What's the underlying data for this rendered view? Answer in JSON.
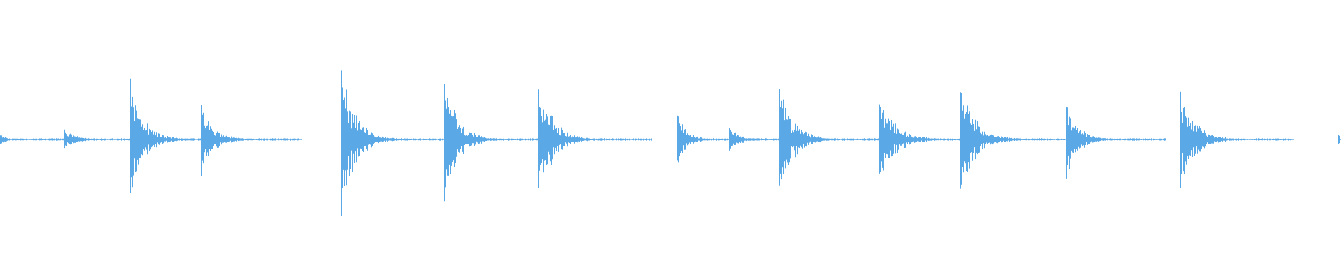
{
  "waveform": {
    "color": "#5aa9e6",
    "background": "#ffffff",
    "transients": [
      {
        "time": 0.0,
        "peak": 0.06,
        "decay": 0.2
      },
      {
        "time": 0.048,
        "peak": 0.14,
        "decay": 0.2
      },
      {
        "time": 0.097,
        "peak": 0.78,
        "decay": 0.25
      },
      {
        "time": 0.15,
        "peak": 0.5,
        "decay": 0.22
      },
      {
        "time": 0.254,
        "peak": 1.0,
        "decay": 0.25
      },
      {
        "time": 0.331,
        "peak": 0.82,
        "decay": 0.25
      },
      {
        "time": 0.401,
        "peak": 0.88,
        "decay": 0.25
      },
      {
        "time": 0.505,
        "peak": 0.35,
        "decay": 0.18
      },
      {
        "time": 0.544,
        "peak": 0.16,
        "decay": 0.2
      },
      {
        "time": 0.581,
        "peak": 0.72,
        "decay": 0.25
      },
      {
        "time": 0.655,
        "peak": 0.62,
        "decay": 0.28
      },
      {
        "time": 0.716,
        "peak": 0.74,
        "decay": 0.28
      },
      {
        "time": 0.795,
        "peak": 0.52,
        "decay": 0.22
      },
      {
        "time": 0.88,
        "peak": 0.76,
        "decay": 0.25
      },
      {
        "time": 0.998,
        "peak": 0.06,
        "decay": 0.05
      }
    ]
  }
}
